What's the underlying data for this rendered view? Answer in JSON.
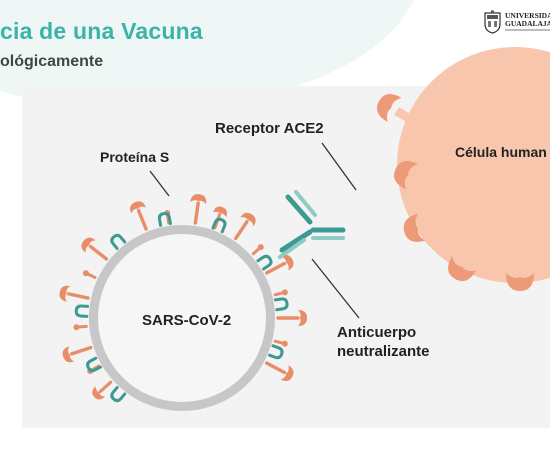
{
  "header": {
    "title": "cia de una Vacuna",
    "subtitle": "ológicamente"
  },
  "logo": {
    "name_line1": "UNIVERSIDAD",
    "name_line2": "GUADALAJAR"
  },
  "diagram": {
    "labels": {
      "spike_protein": "Proteína S",
      "ace2_receptor": "Receptor ACE2",
      "human_cell": "Célula human",
      "virus": "SARS-CoV-2",
      "antibody_line1": "Anticuerpo",
      "antibody_line2": "neutralizante"
    }
  },
  "colors": {
    "title_teal": "#3bb3a8",
    "virus_ring": "#c7c6c8",
    "virus_core": "#f6f6f6",
    "spike_orange": "#e98c68",
    "cell_peach": "#f8c5ad",
    "cell_receptor": "#ec9a78",
    "antibody_teal": "#3c9a92",
    "panel_bg": "#f3f3f3"
  }
}
